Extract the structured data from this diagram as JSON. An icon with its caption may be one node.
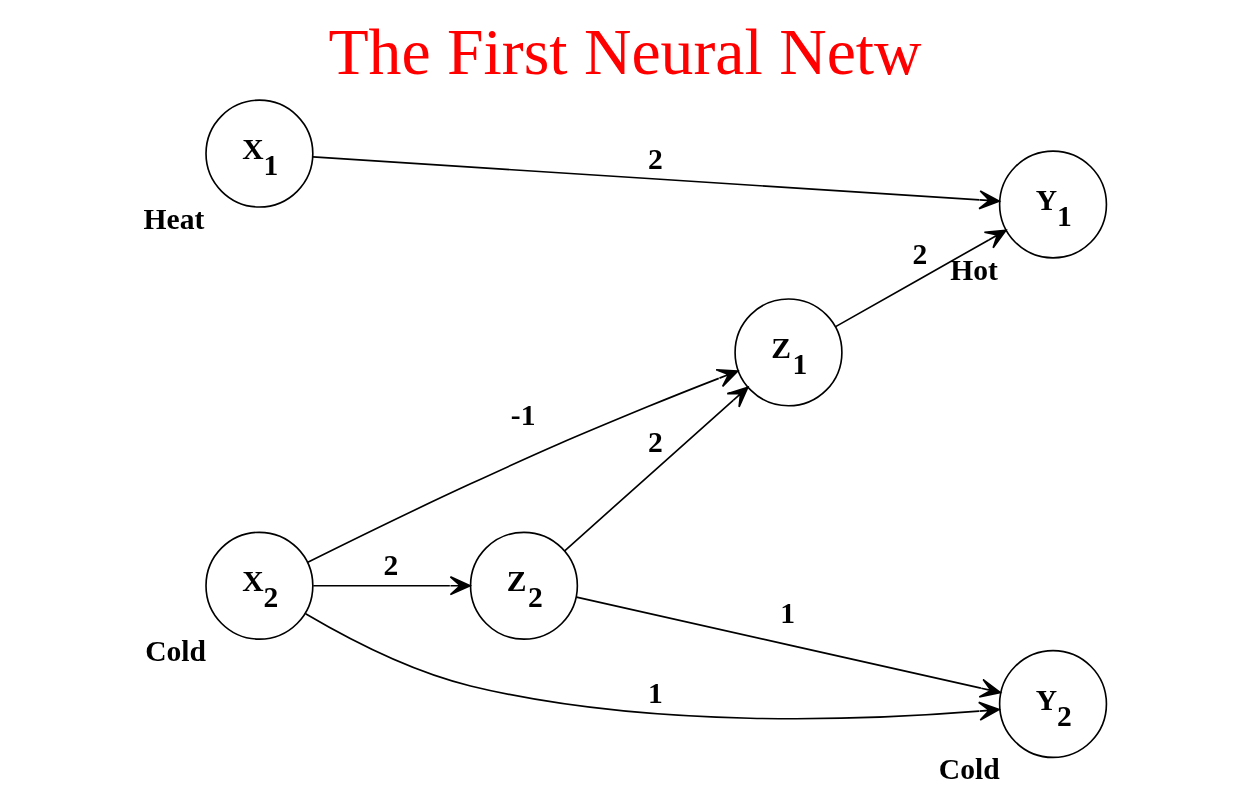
{
  "diagram": {
    "title": "The First Neural Netw",
    "nodes": [
      {
        "text": [
          "X$_{1}$"
        ],
        "beside": [
          "Heat"
        ]
      },
      {
        "text": [
          "X$_{2}$"
        ],
        "beside": [
          "Cold"
        ]
      },
      {
        "text": [
          "Z$_{1}$"
        ]
      },
      {
        "text": [
          "Z$_{2}$"
        ]
      },
      {
        "text": [
          "Y$_{1}$"
        ],
        "beside": [
          "Hot"
        ]
      },
      {
        "text": [
          "Y$_{2}$"
        ],
        "beside": [
          "Cold"
        ]
      }
    ],
    "edges": [
      {
        "from": 0,
        "to": 4,
        "arrow": "to",
        "label": "2"
      },
      {
        "from": 2,
        "to": 4,
        "arrow": "to",
        "label": "2"
      },
      {
        "from": 1,
        "to": 2,
        "arrow": "to",
        "label": "-1"
      },
      {
        "from": 3,
        "to": 2,
        "arrow": "to",
        "label": "2"
      },
      {
        "from": 1,
        "to": 3,
        "arrow": "to",
        "label": "2"
      },
      {
        "from": 3,
        "to": 5,
        "arrow": "to",
        "label": "1"
      },
      {
        "from": 1,
        "to": 5,
        "arrow": "to",
        "label": "1"
      }
    ]
  }
}
